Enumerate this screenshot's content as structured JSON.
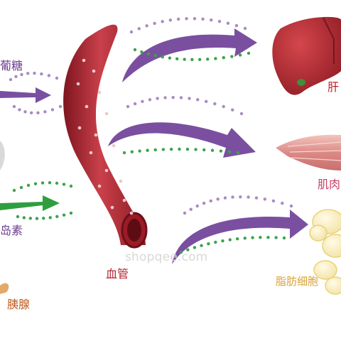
{
  "labels": {
    "glucose": "葡糖",
    "insulin": "岛素",
    "pancreas": "胰腺",
    "blood_vessel": "血管",
    "liver": "肝",
    "muscle": "肌肉",
    "fat_cells": "脂肪细胞"
  },
  "watermark": "shopqee.com",
  "colors": {
    "glucose_arrow": "#7a4fa0",
    "insulin_arrow": "#2e9e3e",
    "vessel": "#b02431",
    "liver": "#b3252f",
    "muscle": "#e6a7a3",
    "fat": "#f7edc2",
    "glucose_dot": "#a78bc2",
    "insulin_dot": "#3aa34c"
  }
}
